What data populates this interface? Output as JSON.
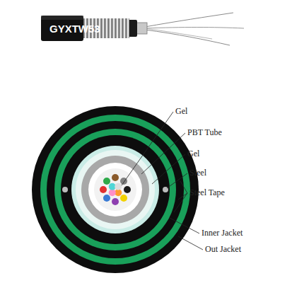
{
  "diagram": {
    "labels": [
      "GYXTW53",
      "Gel",
      "PBT Tube",
      "Gel",
      "Steel",
      "Steel Tape",
      "Inner Jacket",
      "Out Jacket"
    ]
  }
}
